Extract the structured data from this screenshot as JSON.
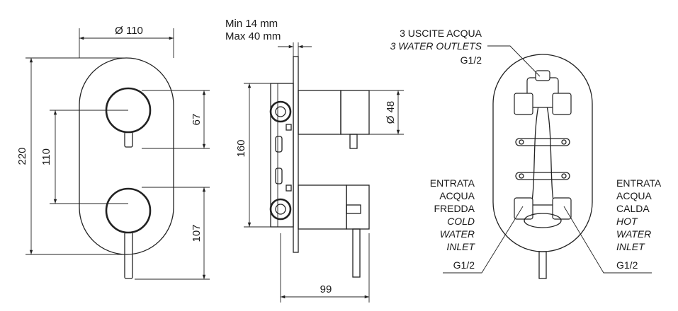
{
  "front_view": {
    "width_dim": "Ø 110",
    "height_dim": "220",
    "spacing_dim": "110",
    "upper_dim": "67",
    "lower_dim": "107"
  },
  "side_view": {
    "min_depth": "Min 14 mm",
    "max_depth": "Max 40 mm",
    "height_dim": "160",
    "knob_dim": "Ø 48",
    "depth_dim": "99"
  },
  "rear_view": {
    "outlets": [
      "3 USCITE ACQUA",
      "3 WATER OUTLETS",
      "G1/2"
    ],
    "cold_inlet": [
      "ENTRATA",
      "ACQUA",
      "FREDDA",
      "COLD",
      "WATER",
      "INLET",
      "G1/2"
    ],
    "hot_inlet": [
      "ENTRATA",
      "ACQUA",
      "CALDA",
      "HOT",
      "WATER",
      "INLET",
      "G1/2"
    ]
  }
}
